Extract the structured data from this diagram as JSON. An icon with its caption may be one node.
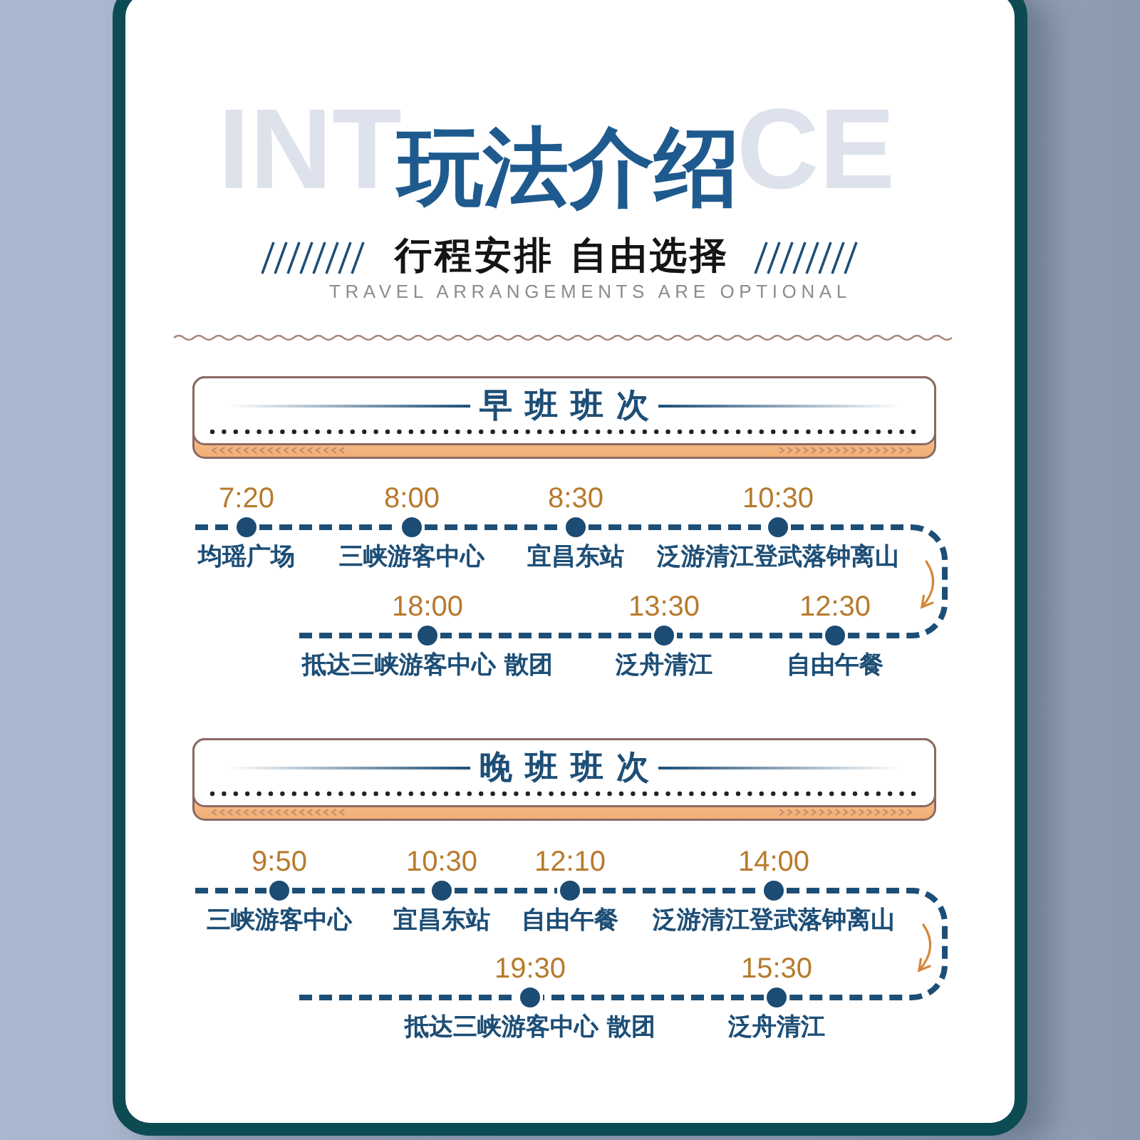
{
  "diagram": {
    "title": "玩法介绍",
    "nodes": [
      {
        "text": [
          "早班班次"
        ]
      },
      {
        "text": [],
        "shape": "circle",
        "beside": [
          "7:20",
          "均瑶广场"
        ]
      },
      {
        "text": [],
        "shape": "circle",
        "beside": [
          "8:00",
          "三峡游客中心"
        ]
      },
      {
        "text": [],
        "shape": "circle",
        "beside": [
          "8:30",
          "宜昌东站"
        ]
      },
      {
        "text": [],
        "shape": "circle",
        "beside": [
          "10:30",
          "泛游清江登武落钟离山"
        ]
      },
      {
        "text": [],
        "shape": "circle",
        "beside": [
          "12:30",
          "自由午餐"
        ]
      },
      {
        "text": [],
        "shape": "circle",
        "beside": [
          "13:30",
          "泛舟清江"
        ]
      },
      {
        "text": [],
        "shape": "circle",
        "beside": [
          "18:00",
          "抵达三峡游客中心 散团"
        ]
      },
      {
        "text": [
          "晚班班次"
        ]
      },
      {
        "text": [],
        "shape": "circle",
        "beside": [
          "9:50",
          "三峡游客中心"
        ]
      },
      {
        "text": [],
        "shape": "circle",
        "beside": [
          "10:30",
          "宜昌东站"
        ]
      },
      {
        "text": [],
        "shape": "circle",
        "beside": [
          "12:10",
          "自由午餐"
        ]
      },
      {
        "text": [],
        "shape": "circle",
        "beside": [
          "14:00",
          "泛游清江登武落钟离山"
        ]
      },
      {
        "text": [],
        "shape": "circle",
        "beside": [
          "15:30",
          "泛舟清江"
        ]
      },
      {
        "text": [],
        "shape": "circle",
        "beside": [
          "19:30",
          "抵达三峡游客中心 散团"
        ]
      }
    ],
    "edges": [
      {
        "from": 1,
        "to": 2,
        "arrow": "none",
        "style": "dashed"
      },
      {
        "from": 2,
        "to": 3,
        "arrow": "none",
        "style": "dashed"
      },
      {
        "from": 3,
        "to": 4,
        "arrow": "none",
        "style": "dashed"
      },
      {
        "from": 4,
        "to": 5,
        "arrow": "none",
        "style": "dashed"
      },
      {
        "from": 5,
        "to": 6,
        "arrow": "none",
        "style": "dashed"
      },
      {
        "from": 6,
        "to": 7,
        "arrow": "none",
        "style": "dashed"
      },
      {
        "from": 9,
        "to": 10,
        "arrow": "none",
        "style": "dashed"
      },
      {
        "from": 10,
        "to": 11,
        "arrow": "none",
        "style": "dashed"
      },
      {
        "from": 11,
        "to": 12,
        "arrow": "none",
        "style": "dashed"
      },
      {
        "from": 12,
        "to": 13,
        "arrow": "none",
        "style": "dashed"
      },
      {
        "from": 13,
        "to": 14,
        "arrow": "none",
        "style": "dashed"
      }
    ],
    "labels": [
      "INT",
      "CE",
      "行程安排 自由选择",
      "TRAVEL ARRANGEMENTS ARE OPTIONAL"
    ]
  }
}
